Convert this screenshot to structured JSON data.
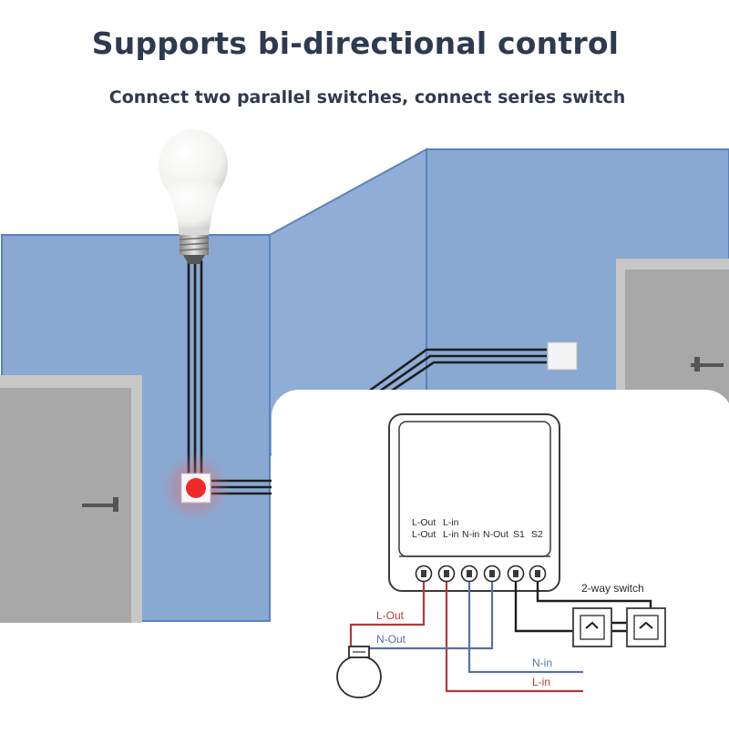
{
  "header": {
    "title": "Supports bi-directional control",
    "subtitle": "Connect two parallel switches, connect series switch"
  },
  "diagram": {
    "terminal_top_labels": [
      "L-Out",
      "L-in"
    ],
    "terminal_labels": [
      "L-Out",
      "L-in",
      "N-in",
      "N-Out",
      "S1",
      "S2"
    ],
    "switch_label": "2-way switch",
    "wires": {
      "l_out": "L-Out",
      "n_out": "N-Out",
      "n_in": "N-in",
      "l_in": "L-in"
    },
    "colors": {
      "wall": "#8aa9d2",
      "wall_dark": "#5f86bf",
      "door": "#a9a9a9",
      "live_wire": "#b23a36",
      "neutral_wire": "#5a6fa8",
      "switch_wire": "#1e1e1e",
      "indicator": "#ee2a2a"
    }
  }
}
